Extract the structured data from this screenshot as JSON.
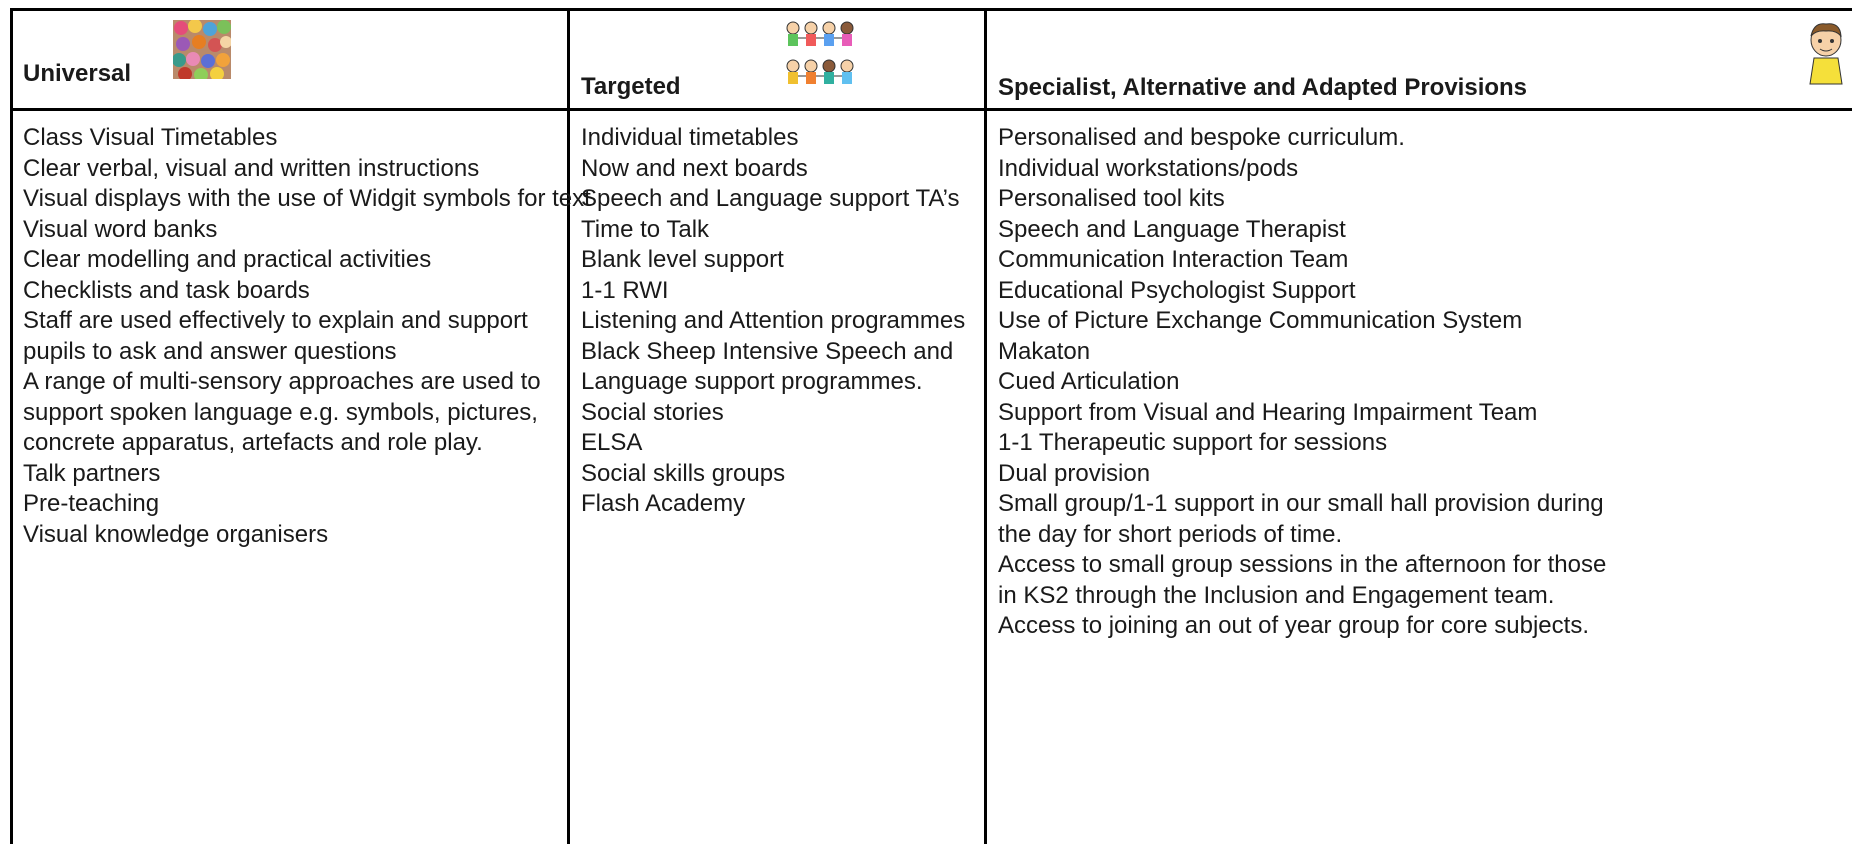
{
  "table": {
    "columns": [
      {
        "heading": "Universal",
        "image": "crowd-collage-image",
        "items": [
          "Class Visual Timetables",
          "Clear verbal, visual and written instructions",
          "Visual displays with the use of Widgit symbols for text",
          "Visual word banks",
          "Clear modelling and practical activities",
          "Checklists and task boards",
          "Staff are used effectively to explain and support",
          "pupils to ask and answer questions",
          "A range of multi-sensory approaches are used to",
          "support spoken language e.g. symbols, pictures,",
          "concrete apparatus, artefacts and role play.",
          "Talk partners",
          "Pre-teaching",
          "Visual knowledge organisers"
        ]
      },
      {
        "heading": "Targeted",
        "image": "children-holding-hands-icon",
        "items": [
          "Individual timetables",
          "Now and next boards",
          "Speech and Language support TA’s",
          "Time to Talk",
          "Blank level support",
          "1-1 RWI",
          "Listening and Attention programmes",
          "Black Sheep Intensive Speech and",
          "Language support programmes.",
          "Social stories",
          "ELSA",
          "Social skills groups",
          "Flash Academy"
        ]
      },
      {
        "heading": "Specialist, Alternative and Adapted Provisions",
        "image": "child-cartoon-icon",
        "items": [
          "Personalised and bespoke curriculum.",
          "Individual workstations/pods",
          "Personalised tool kits",
          "Speech and Language Therapist",
          "Communication Interaction Team",
          "Educational Psychologist Support",
          "Use of Picture Exchange Communication System",
          "Makaton",
          "Cued Articulation",
          "Support from Visual and Hearing Impairment Team",
          "1-1 Therapeutic support for sessions",
          "Dual provision",
          "Small group/1-1 support in our small hall provision during",
          "the day for short periods of time.",
          "Access to small group sessions in the afternoon for those",
          "in KS2 through the Inclusion and Engagement team.",
          "Access to joining an out of year group for core subjects."
        ]
      }
    ]
  }
}
